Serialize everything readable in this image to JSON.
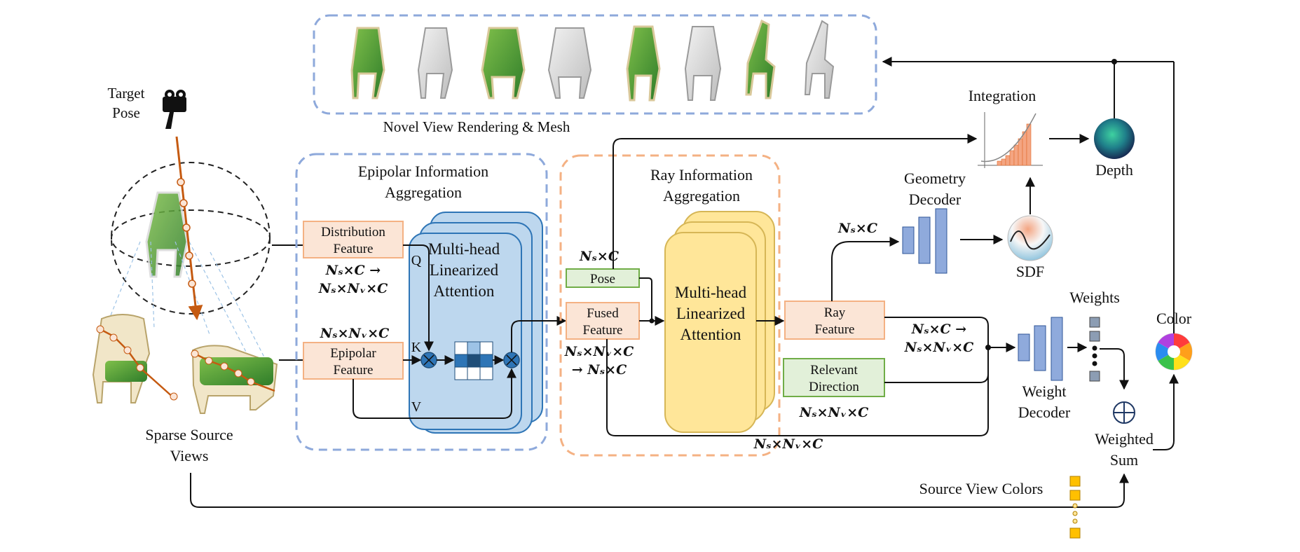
{
  "top_panel": {
    "caption": "Novel View Rendering & Mesh"
  },
  "left": {
    "target_pose": [
      "Target",
      "Pose"
    ],
    "sparse_source": [
      "Sparse Source",
      "Views"
    ]
  },
  "epipolar": {
    "title": [
      "Epipolar Information",
      "Aggregation"
    ],
    "distribution_feature": [
      "Distribution",
      "Feature"
    ],
    "distribution_dims": [
      "Nₛ×C →",
      "Nₛ×Nᵥ×C"
    ],
    "epipolar_dims": "Nₛ×Nᵥ×C",
    "epipolar_feature": [
      "Epipolar",
      "Feature"
    ],
    "attention": [
      "Multi-head",
      "Linearized",
      "Attention"
    ],
    "q": "Q",
    "k": "K",
    "v": "V"
  },
  "ray": {
    "title": [
      "Ray Information",
      "Aggregation"
    ],
    "pose_dims": "Nₛ×C",
    "pose": "Pose",
    "fused_feature": [
      "Fused",
      "Feature"
    ],
    "fused_dims": [
      "Nₛ×Nᵥ×C",
      "→ Nₛ×C"
    ],
    "attention": [
      "Multi-head",
      "Linearized",
      "Attention"
    ]
  },
  "right": {
    "integration": "Integration",
    "depth": "Depth",
    "geometry_decoder": [
      "Geometry",
      "Decoder"
    ],
    "geo_dims": "Nₛ×C",
    "sdf": "SDF",
    "ray_feature": [
      "Ray",
      "Feature"
    ],
    "ray_dims": [
      "Nₛ×C →",
      "Nₛ×Nᵥ×C"
    ],
    "relevant_direction": [
      "Relevant",
      "Direction"
    ],
    "relevant_dims": "Nₛ×Nᵥ×C",
    "bottom_dims": "Nₛ×Nᵥ×C",
    "weights": "Weights",
    "weight_decoder": [
      "Weight",
      "Decoder"
    ],
    "weighted_sum": [
      "Weighted",
      "Sum"
    ],
    "color": "Color",
    "source_view_colors": "Source View Colors"
  },
  "colors": {
    "blue_dash": "#8ea9db",
    "orange_dash": "#f4b183",
    "peach_box": "#fbe5d6",
    "peach_border": "#f4b183",
    "green_box": "#e2f0d9",
    "green_border": "#70ad47",
    "attn_blue": "#bdd7ee",
    "attn_yellow": "#ffe699",
    "decoder_blue": "#8faadc",
    "gold": "#ffc000"
  }
}
